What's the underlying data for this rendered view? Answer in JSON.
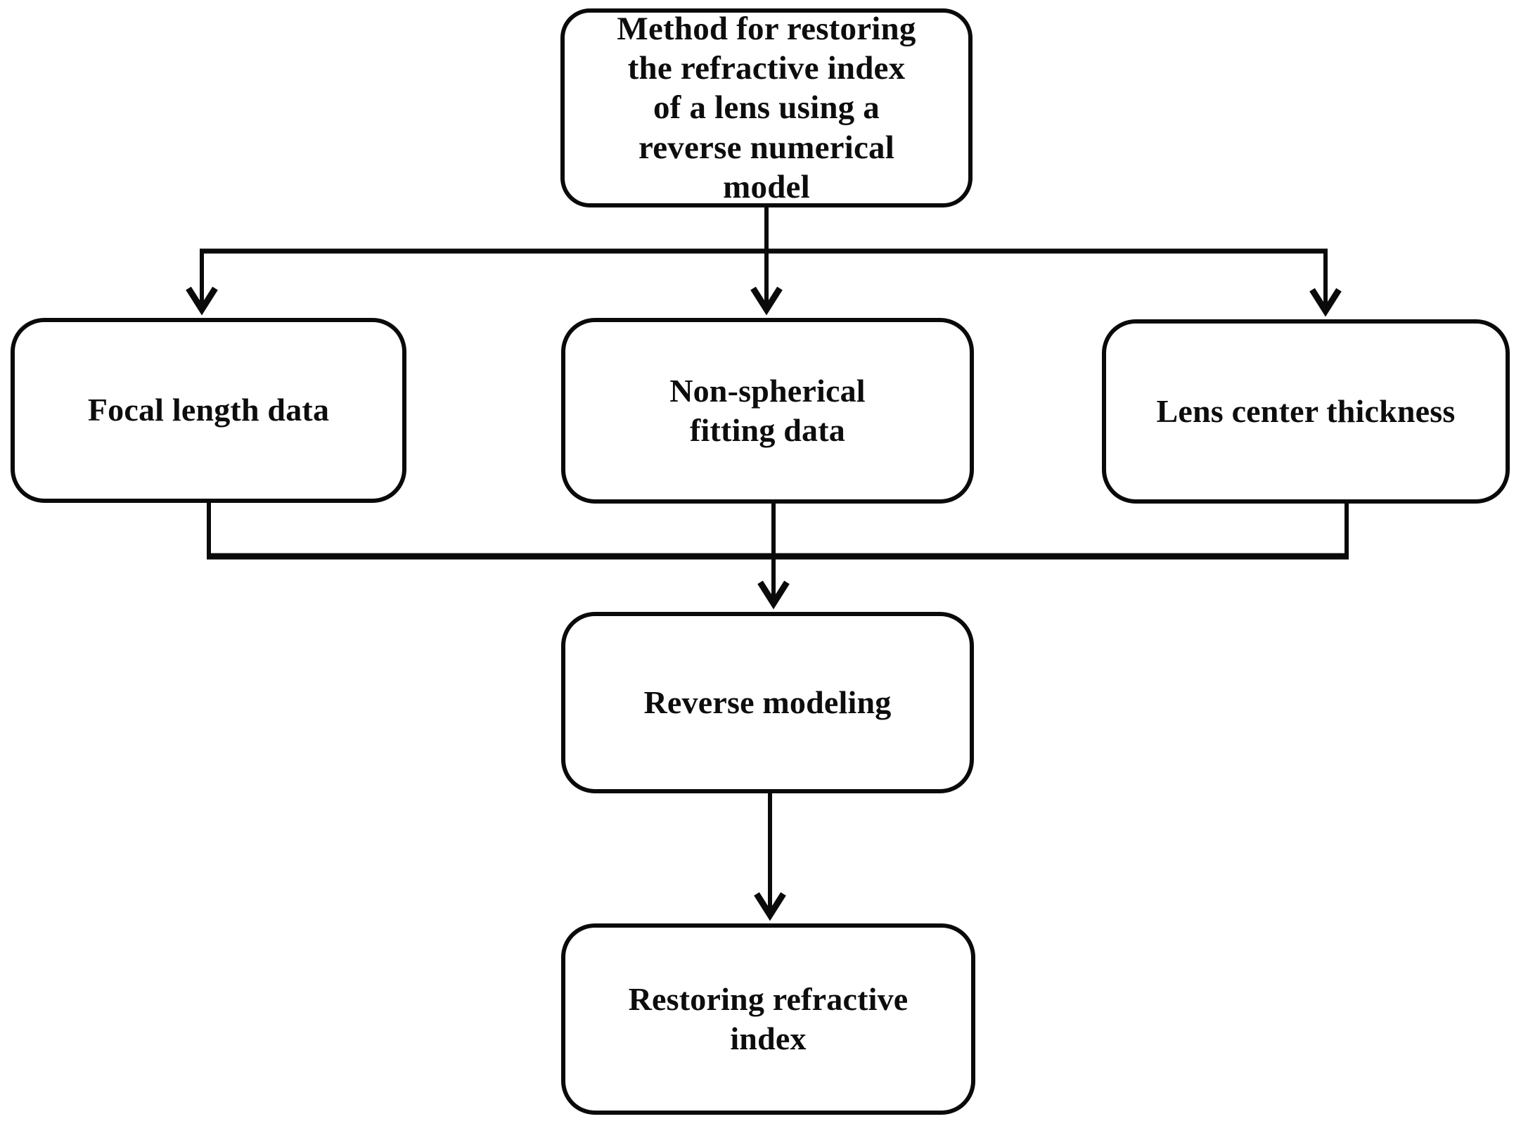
{
  "diagram": {
    "type": "flowchart",
    "background": "#ffffff",
    "stroke_color": "#0a0a0a",
    "text_color": "#0d0d0d",
    "boxes": {
      "title": {
        "label": "Method for restoring\nthe refractive index\nof a lens using a\nreverse numerical\nmodel"
      },
      "focal": {
        "label": "Focal length data"
      },
      "nonspherical": {
        "label": "Non-spherical\nfitting data"
      },
      "thickness": {
        "label": "Lens center thickness"
      },
      "reverse": {
        "label": "Reverse modeling"
      },
      "restore": {
        "label": "Restoring refractive\nindex"
      }
    },
    "edges": [
      {
        "from": "title",
        "to": "focal"
      },
      {
        "from": "title",
        "to": "nonspherical"
      },
      {
        "from": "title",
        "to": "thickness"
      },
      {
        "from": "focal",
        "to": "reverse"
      },
      {
        "from": "nonspherical",
        "to": "reverse"
      },
      {
        "from": "thickness",
        "to": "reverse"
      },
      {
        "from": "reverse",
        "to": "restore"
      }
    ]
  }
}
